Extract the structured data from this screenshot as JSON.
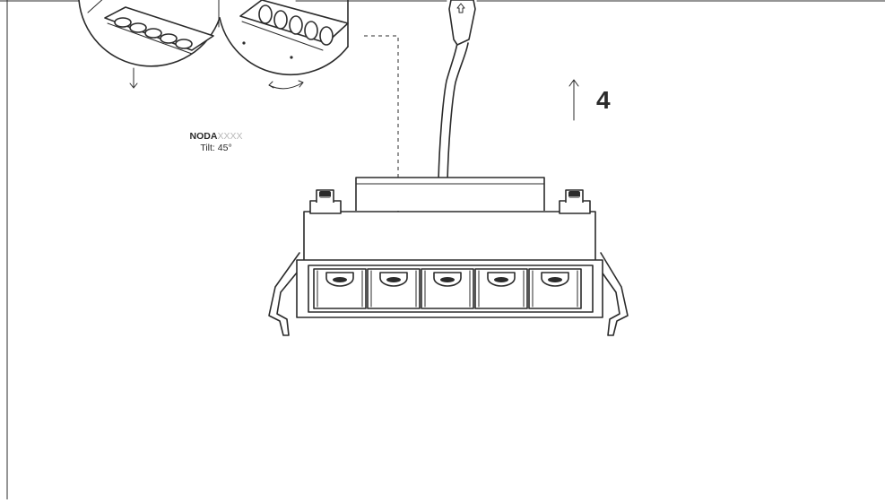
{
  "detail": {
    "model_prefix": "NODA",
    "model_suffix": "XXXX",
    "tilt": "Tilt: 45°"
  },
  "step": {
    "number": "4"
  },
  "colors": {
    "line": "#2b2b2b",
    "model_suffix": "#b8b8b8",
    "background": "#ffffff"
  }
}
